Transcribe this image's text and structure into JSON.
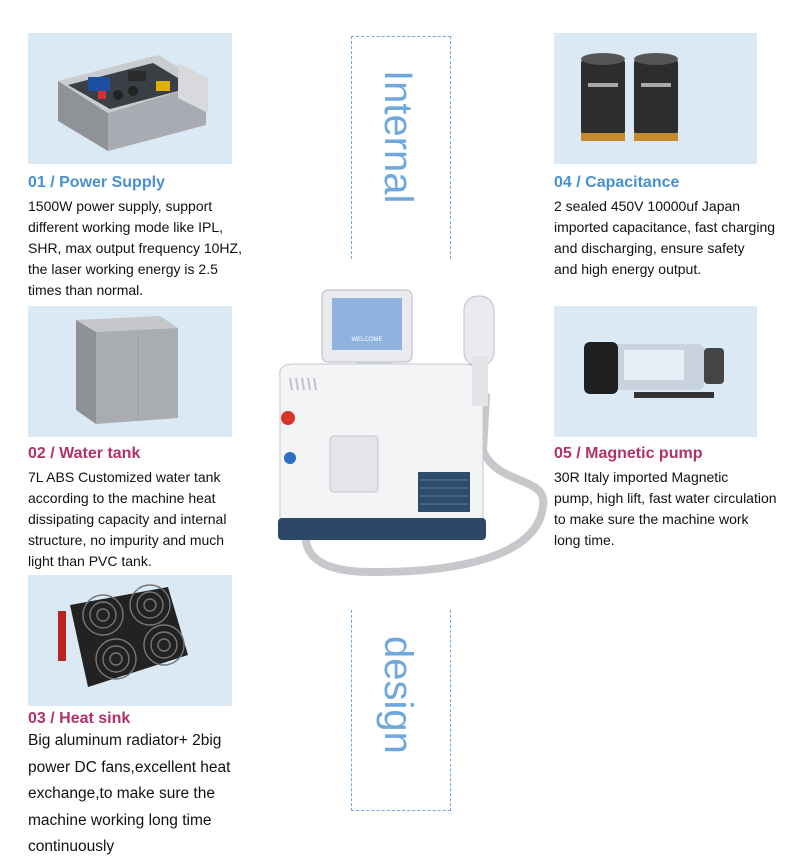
{
  "sections": {
    "power_supply": {
      "title": "01 / Power Supply",
      "lines": [
        "1500W power supply, support",
        "different working mode like IPL,",
        "SHR, max output frequency 10HZ,",
        "the laser working energy is 2.5",
        "times than normal."
      ]
    },
    "water_tank": {
      "title": "02 / Water tank",
      "lines": [
        "7L ABS Customized water tank",
        "according to the machine heat",
        "dissipating capacity and internal",
        "structure, no impurity and much",
        "light than PVC tank."
      ]
    },
    "heat_sink": {
      "title": "03 / Heat sink",
      "lines": [
        "Big aluminum radiator+ 2big",
        "power DC fans,excellent heat",
        "exchange,to make sure the",
        "machine working long time",
        "continuously"
      ]
    },
    "capacitance": {
      "title": "04 / Capacitance",
      "lines": [
        "2 sealed 450V 10000uf Japan",
        "imported capacitance, fast charging",
        "and discharging, ensure safety",
        "and high energy output."
      ]
    },
    "magnetic_pump": {
      "title": "05 / Magnetic pump",
      "lines": [
        "30R Italy imported Magnetic",
        "pump, high lift, fast water circulation",
        "to make sure the machine work",
        "long time."
      ]
    }
  },
  "vertical_words": {
    "top": "Internal",
    "bottom": "design"
  },
  "machine": {
    "screen_text": "WELCOME"
  },
  "colors": {
    "title_blue": "#4a8fd0",
    "title_pink": "#b0326a",
    "frame_blue": "#6fa8dc",
    "photo_bg": "#dbe9f5"
  }
}
